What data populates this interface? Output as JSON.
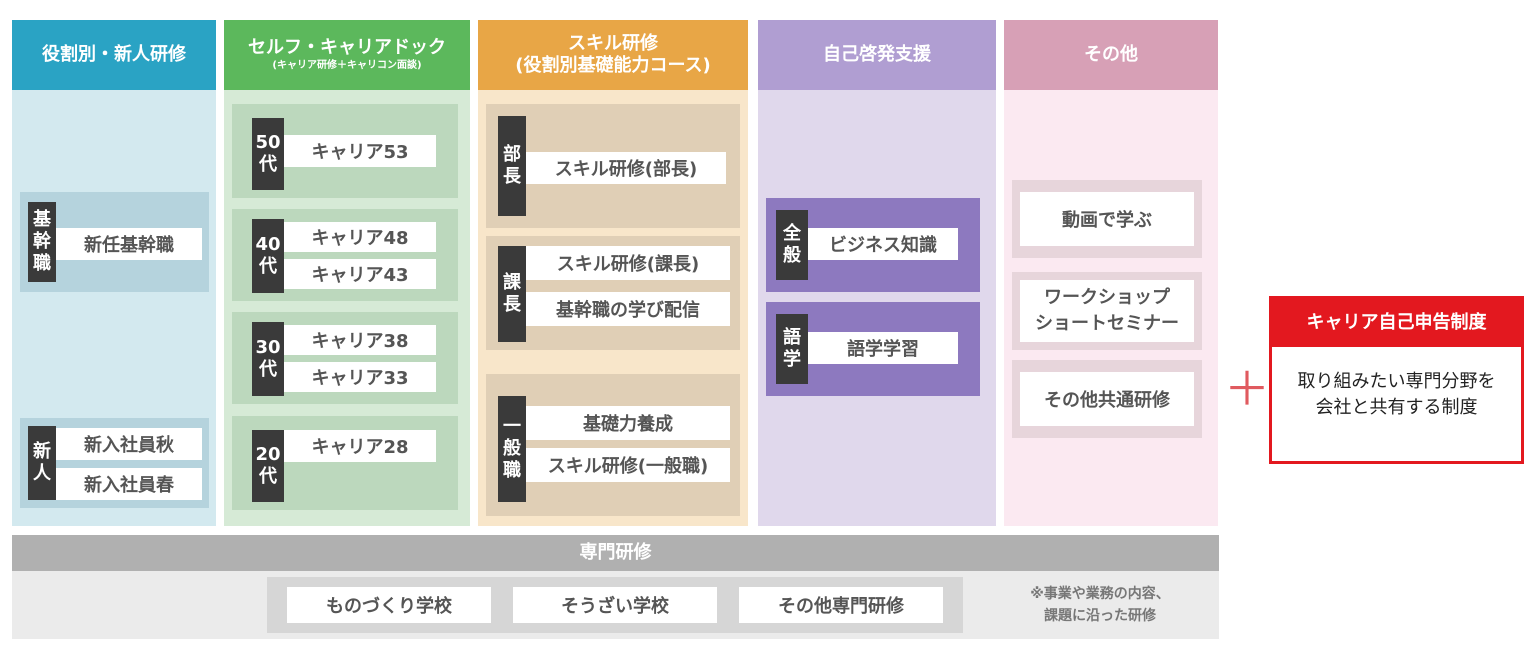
{
  "columns": {
    "role": {
      "title": "役割別・新人研修",
      "groups": {
        "kanbu": {
          "label": [
            "基",
            "幹",
            "職"
          ],
          "items": [
            "新任基幹職"
          ]
        },
        "shinjin": {
          "label": [
            "新",
            "人"
          ],
          "items": [
            "新入社員秋",
            "新入社員春"
          ]
        }
      }
    },
    "career": {
      "title": "セルフ・キャリアドック",
      "subtitle": "(キャリア研修＋キャリコン面談)",
      "groups": {
        "g50": {
          "label": [
            "50",
            "代"
          ],
          "items": [
            "キャリア53"
          ]
        },
        "g40": {
          "label": [
            "40",
            "代"
          ],
          "items": [
            "キャリア48",
            "キャリア43"
          ]
        },
        "g30": {
          "label": [
            "30",
            "代"
          ],
          "items": [
            "キャリア38",
            "キャリア33"
          ]
        },
        "g20": {
          "label": [
            "20",
            "代"
          ],
          "items": [
            "キャリア28"
          ]
        }
      }
    },
    "skill": {
      "title": "スキル研修",
      "subtitle": "(役割別基礎能力コース)",
      "groups": {
        "bucho": {
          "label": [
            "部",
            "長"
          ],
          "items": [
            "スキル研修(部長)"
          ]
        },
        "kacho": {
          "label": [
            "課",
            "長"
          ],
          "items": [
            "スキル研修(課長)",
            "基幹職の学び配信"
          ]
        },
        "ippan": {
          "label": [
            "一",
            "般",
            "職"
          ],
          "items": [
            "基礎力養成",
            "スキル研修(一般職)"
          ]
        }
      }
    },
    "self": {
      "title": "自己啓発支援",
      "groups": {
        "zenpan": {
          "label": [
            "全",
            "般"
          ],
          "items": [
            "ビジネス知識"
          ]
        },
        "gogaku": {
          "label": [
            "語",
            "学"
          ],
          "items": [
            "語学学習"
          ]
        }
      }
    },
    "other": {
      "title": "その他",
      "items": [
        "動画で学ぶ",
        "ワークショップ\nショートセミナー",
        "その他共通研修"
      ]
    }
  },
  "specialty": {
    "title": "専門研修",
    "items": [
      "ものづくり学校",
      "そうざい学校",
      "その他専門研修"
    ],
    "note": [
      "※事業や業務の内容、",
      "課題に沿った研修"
    ]
  },
  "plus_symbol": "＋",
  "career_declaration": {
    "title": "キャリア自己申告制度",
    "body": [
      "取り組みたい専門分野を",
      "会社と共有する制度"
    ]
  },
  "colors": {
    "role": "#2aa3c4",
    "role_bg": "#d3e9ef",
    "role_group": "#b5d3dd",
    "career": "#5cb85c",
    "career_bg": "#d6ead6",
    "career_group": "#bcd8bd",
    "skill": "#e8a646",
    "skill_bg": "#f8e6ca",
    "skill_group": "#e0cfb6",
    "self": "#b09ed2",
    "self_bg": "#e0d8ec",
    "self_group": "#8d79bf",
    "other": "#d7a0b6",
    "other_bg": "#fbe9f1",
    "other_group": "#e7d5db",
    "specialty": "#b0b0b0",
    "specialty_bg": "#ebebeb",
    "specialty_group": "#d6d6d6",
    "accent_red": "#e3181f"
  }
}
